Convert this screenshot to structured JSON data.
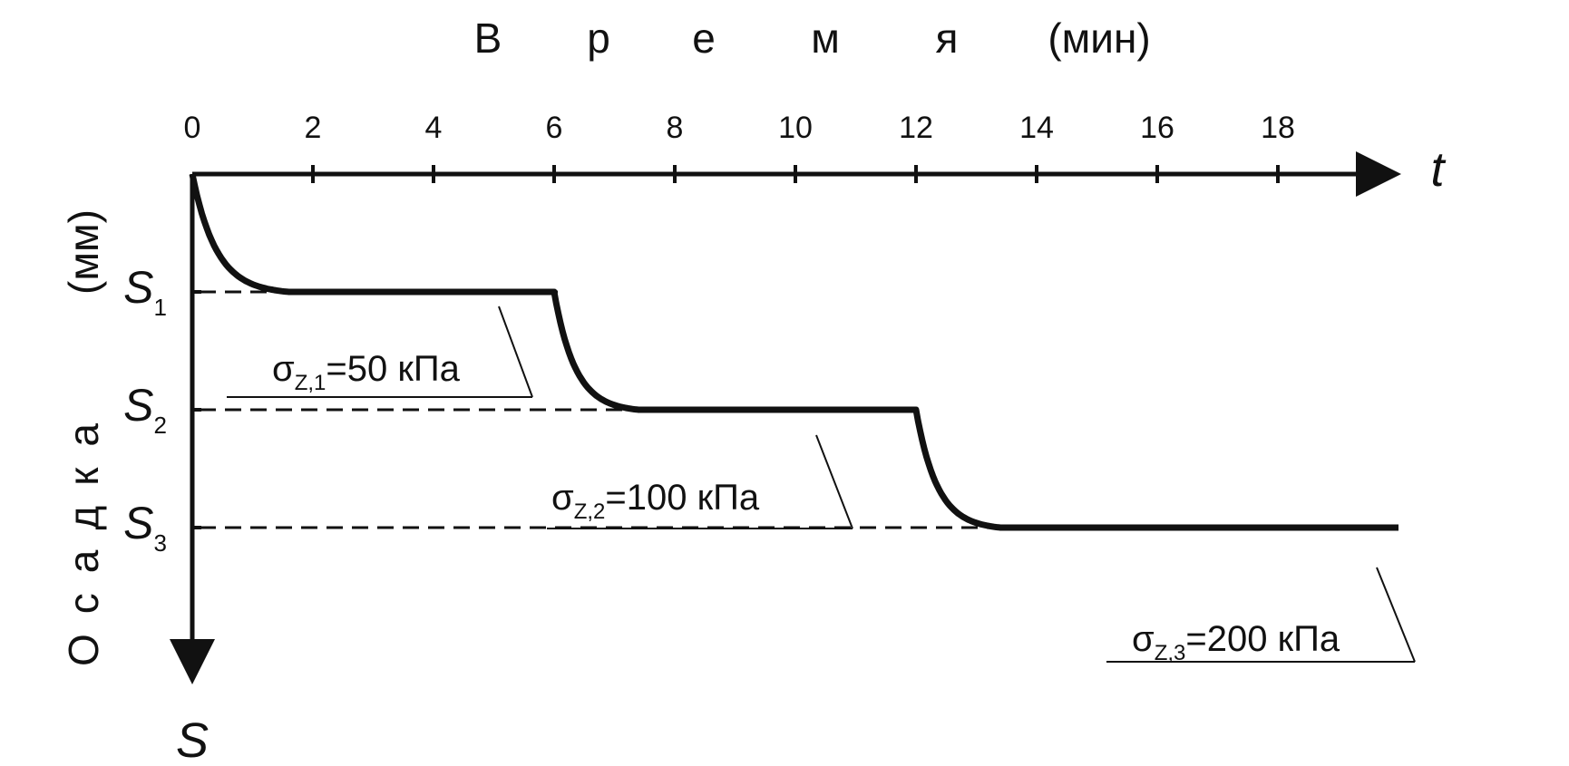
{
  "chart_data": {
    "type": "line",
    "title_letters": [
      "В",
      "р",
      "е",
      "м",
      "я"
    ],
    "title_unit": "(мин)",
    "ylabel": "Осадка",
    "ylabel_unit": "(мм)",
    "x_axis_symbol": "t",
    "y_axis_symbol": "S",
    "x_ticks": [
      "0",
      "2",
      "4",
      "6",
      "8",
      "10",
      "12",
      "14",
      "16",
      "18"
    ],
    "xlim": [
      0,
      20
    ],
    "levels": [
      {
        "symbol": "S",
        "index": "1",
        "value": 1
      },
      {
        "symbol": "S",
        "index": "2",
        "value": 2
      },
      {
        "symbol": "S",
        "index": "3",
        "value": 3
      }
    ],
    "ylim": [
      0,
      3.6
    ],
    "series": [
      {
        "points": [
          {
            "x": 0,
            "y": 0
          },
          {
            "x": 1.6,
            "y": 1
          },
          {
            "x": 6.0,
            "y": 1
          },
          {
            "x": 7.4,
            "y": 2
          },
          {
            "x": 12.0,
            "y": 2
          },
          {
            "x": 13.4,
            "y": 3
          },
          {
            "x": 20.0,
            "y": 3
          }
        ]
      }
    ],
    "annotations": [
      {
        "sigma": "σ",
        "sub": "Z,1",
        "text": "=50 кПа"
      },
      {
        "sigma": "σ",
        "sub": "Z,2",
        "text": "=100 кПа"
      },
      {
        "sigma": "σ",
        "sub": "Z,3",
        "text": "=200 кПа"
      }
    ]
  }
}
